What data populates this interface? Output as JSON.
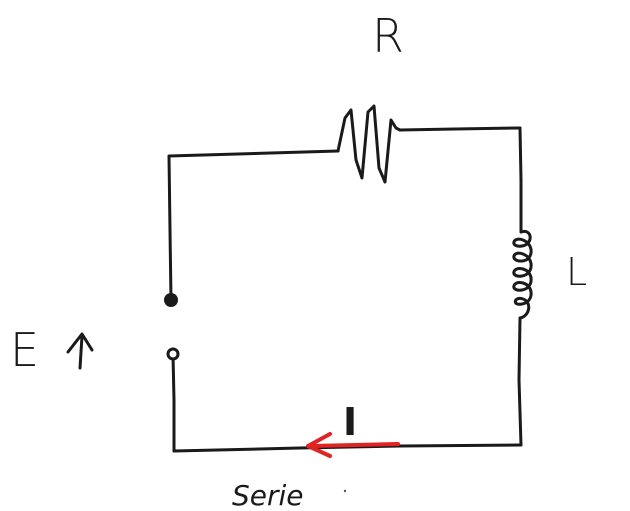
{
  "diagram": {
    "resistor_label": "R",
    "inductor_label": "L",
    "source_label": "E",
    "current_label": "I",
    "caption": "Serie",
    "colors": {
      "wire": "#1a1a1a",
      "current": "#e02424"
    }
  }
}
